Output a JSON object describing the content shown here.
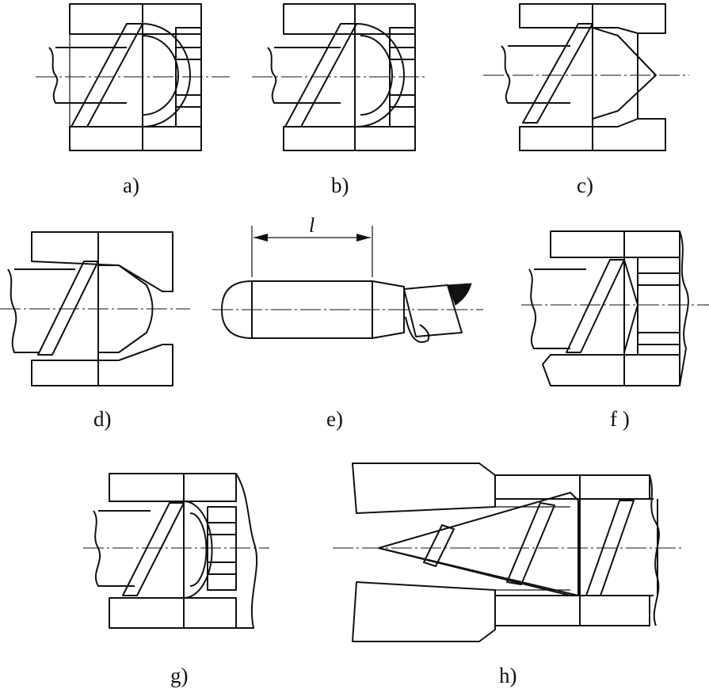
{
  "figure": {
    "captions": {
      "a": "a)",
      "b": "b)",
      "c": "c)",
      "d": "d)",
      "e": "e)",
      "f": "f )",
      "g": "g)",
      "h": "h)"
    },
    "dimension_label": "l"
  }
}
